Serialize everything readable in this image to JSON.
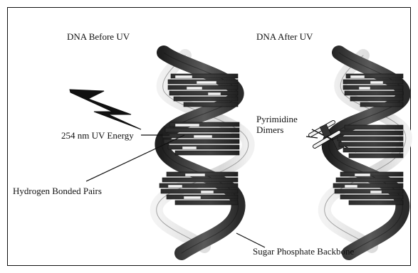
{
  "labels": {
    "before_title": "DNA Before UV",
    "after_title": "DNA After UV",
    "uv_energy": "254 nm UV Energy",
    "hydrogen_bonded_pairs": "Hydrogen Bonded Pairs",
    "pyrimidine_dimers_line1": "Pyrimidine",
    "pyrimidine_dimers_line2": "Dimers",
    "sugar_phosphate_backbone": "Sugar Phosphate Backbone"
  },
  "colors": {
    "dark_strand": "#4a4a4a",
    "light_strand": "#d8d8d8",
    "line": "#111111",
    "bar_dark": "#3a3a3a",
    "bar_light": "#cfcfcf"
  }
}
